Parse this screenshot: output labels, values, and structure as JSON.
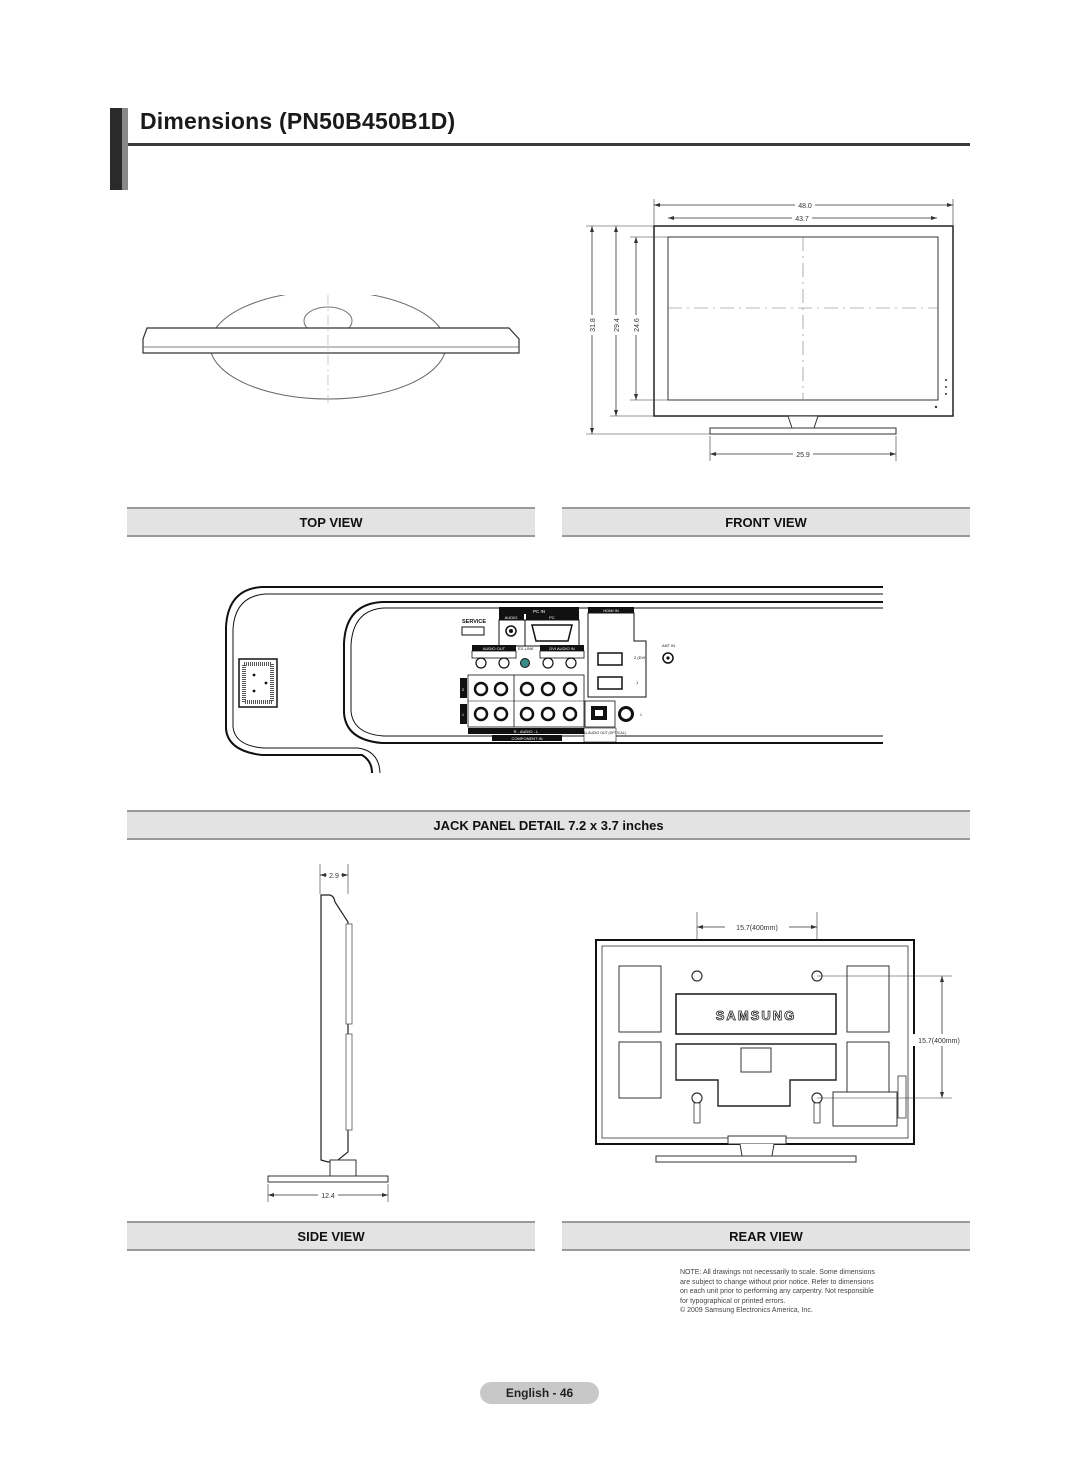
{
  "page": {
    "title": "Dimensions (PN50B450B1D)"
  },
  "labels": {
    "top_view": "TOP VIEW",
    "front_view": "FRONT VIEW",
    "jack_panel": "JACK PANEL DETAIL 7.2 x 3.7 inches",
    "side_view": "SIDE VIEW",
    "rear_view": "REAR VIEW"
  },
  "front_dims": {
    "overall_width": "48.0",
    "screen_width": "43.7",
    "overall_height": "31.8",
    "set_height": "29.4",
    "screen_height": "24.6",
    "stand_width": "25.9"
  },
  "side_dims": {
    "depth": "2.9",
    "stand_depth": "12.4"
  },
  "rear_dims": {
    "vesa_h": "15.7(400mm)",
    "vesa_v": "15.7(400mm)",
    "brand": "SAMSUNG"
  },
  "jack": {
    "service": "SERVICE",
    "pc_in": "PC IN",
    "audio": "AUDIO",
    "pc": "PC",
    "hdmi_in": "HDMI IN",
    "audio_out": "AUDIO OUT",
    "ex_link": "EX-LINK",
    "dvi_audio_in": "DVI AUDIO IN",
    "ant_in": "ANT IN",
    "dvi": "2 (DVI)",
    "hdmi1": "1",
    "component_in": "COMPONENT IN",
    "digital_out": "DIGITAL AUDIO OUT (OPTICAL)",
    "av_in": "AV IN 1",
    "video": "VIDEO",
    "audio_lr": "R - AUDIO - L",
    "num2": "2",
    "num1": "1"
  },
  "note": {
    "text": "NOTE: All drawings not necessarily to scale. Some dimensions are subject to change without prior notice. Refer to dimensions on each unit prior to performing any carpentry. Not responsible for typographical or printed errors.",
    "copyright": "© 2009 Samsung Electronics America, Inc."
  },
  "footer": {
    "label": "English - 46"
  }
}
